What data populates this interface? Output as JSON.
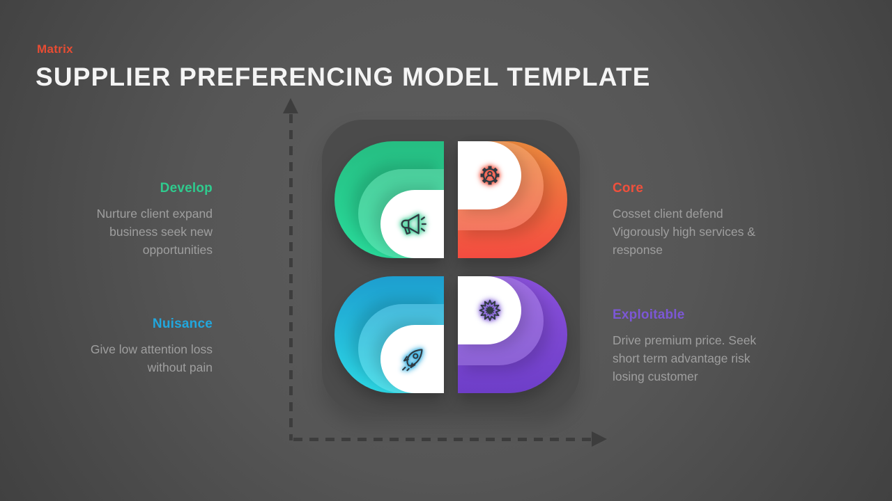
{
  "header": {
    "tag": "Matrix",
    "title": "SUPPLIER PREFERENCING MODEL TEMPLATE",
    "tag_color": "#e84c33",
    "title_color": "#f4f4f4"
  },
  "axes": {
    "style": "dashed",
    "color": "#3d3d3d",
    "y_arrow": "up",
    "x_arrow": "right"
  },
  "matrix_background": "#4b4b4b",
  "quadrants": [
    {
      "id": "develop",
      "label": "Develop",
      "description": "Nurture client expand business seek new opportunities",
      "accent": "#2fcb8e",
      "gradient_start": "#26bd82",
      "gradient_end": "#29dc9b",
      "icon": "megaphone-icon",
      "position": "top-left"
    },
    {
      "id": "core",
      "label": "Core",
      "description": "Cosset client defend Vigorously high services & response",
      "accent": "#f0503c",
      "gradient_start": "#ee8a3e",
      "gradient_end": "#f34c40",
      "icon": "gear-user-icon",
      "position": "top-right"
    },
    {
      "id": "nuisance",
      "label": "Nuisance",
      "description": "Give low attention loss without pain",
      "accent": "#22a7dd",
      "gradient_start": "#1d9ecf",
      "gradient_end": "#2dd8e5",
      "icon": "rocket-icon",
      "position": "bottom-left"
    },
    {
      "id": "exploitable",
      "label": "Exploitable",
      "description": "Drive premium price. Seek short term advantage risk losing customer",
      "accent": "#7c57d5",
      "gradient_start": "#8a51db",
      "gradient_end": "#6e3ec8",
      "icon": "starburst-icon",
      "position": "bottom-right"
    }
  ]
}
